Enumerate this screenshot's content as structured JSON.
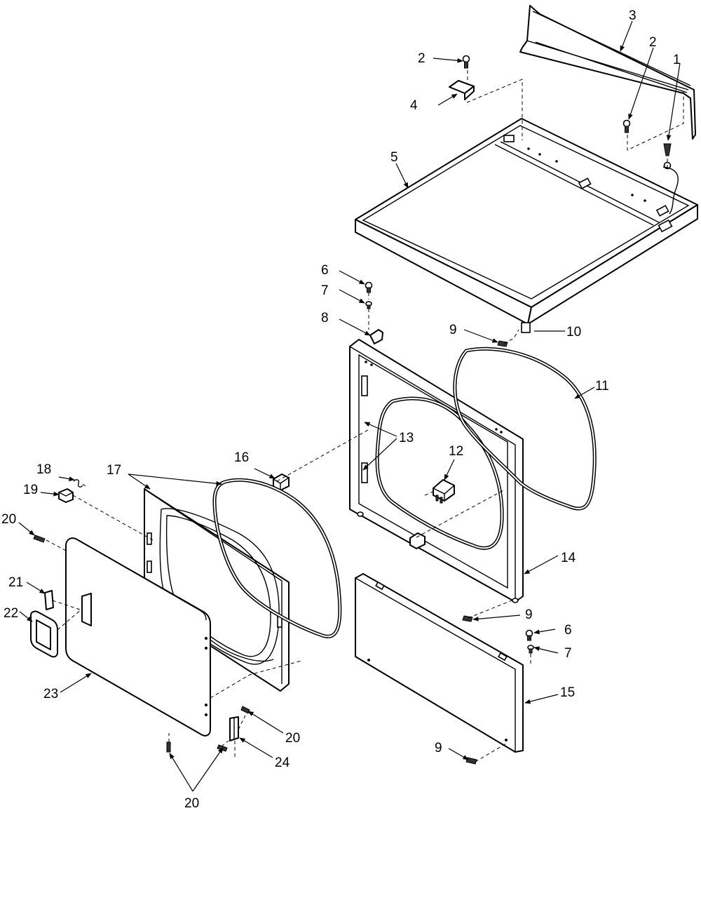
{
  "callouts": {
    "c1": "1",
    "c2a": "2",
    "c2b": "2",
    "c3": "3",
    "c4": "4",
    "c5": "5",
    "c6a": "6",
    "c6b": "6",
    "c7a": "7",
    "c7b": "7",
    "c8": "8",
    "c9a": "9",
    "c9b": "9",
    "c9c": "9",
    "c10": "10",
    "c11": "11",
    "c12": "12",
    "c13": "13",
    "c14": "14",
    "c15": "15",
    "c16": "16",
    "c17": "17",
    "c18": "18",
    "c19": "19",
    "c20a": "20",
    "c20b": "20",
    "c20c": "20",
    "c21": "21",
    "c22": "22",
    "c23": "23",
    "c24": "24"
  }
}
